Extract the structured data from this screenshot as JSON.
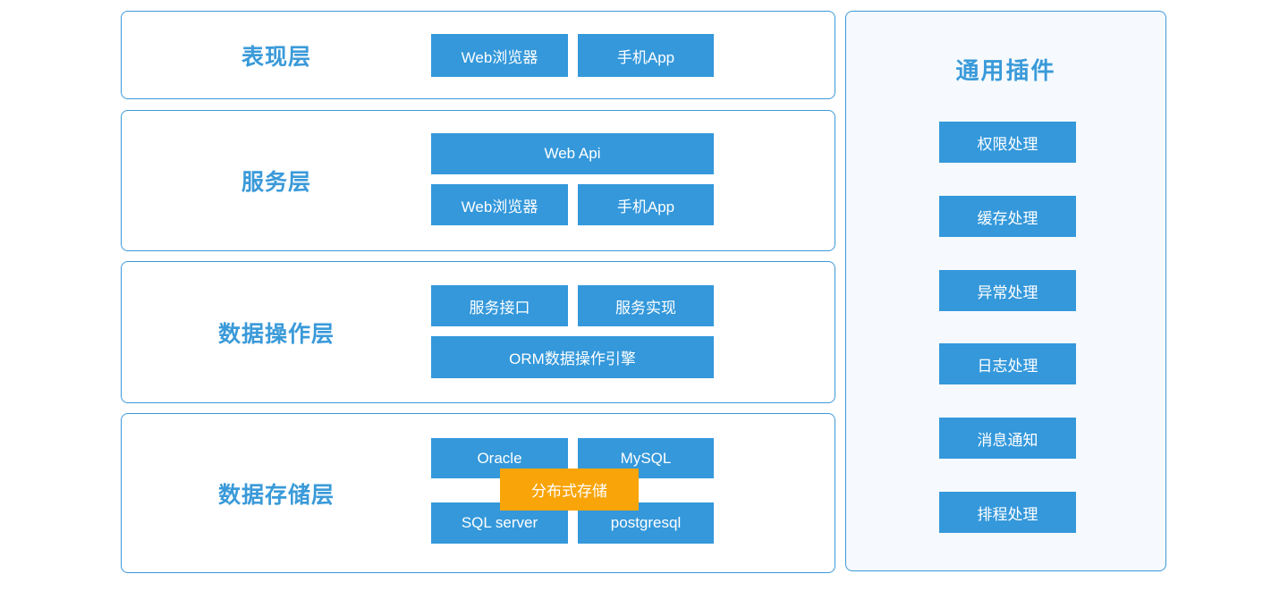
{
  "colors": {
    "accent_blue": "#3498DB",
    "border_blue": "#3B99D9",
    "label_blue": "#3A9AD9",
    "orange": "#F9A408",
    "panel_bg": "#F6FAFE",
    "node_text": "#FFFFFF"
  },
  "layers": [
    {
      "label": "表现层",
      "buttons": [
        {
          "text": "Web浏览器"
        },
        {
          "text": "手机App"
        }
      ]
    },
    {
      "label": "服务层",
      "buttons": [
        {
          "text": "Web Api"
        },
        {
          "text": "Web浏览器"
        },
        {
          "text": "手机App"
        }
      ]
    },
    {
      "label": "数据操作层",
      "buttons": [
        {
          "text": "服务接口"
        },
        {
          "text": "服务实现"
        },
        {
          "text": "ORM数据操作引擎"
        }
      ]
    },
    {
      "label": "数据存储层",
      "buttons": [
        {
          "text": "Oracle"
        },
        {
          "text": "MySQL"
        },
        {
          "text": "SQL server"
        },
        {
          "text": "postgresql"
        }
      ],
      "overlay": "分布式存储"
    }
  ],
  "plugins_panel": {
    "title": "通用插件",
    "items": [
      "权限处理",
      "缓存处理",
      "异常处理",
      "日志处理",
      "消息通知",
      "排程处理"
    ]
  }
}
